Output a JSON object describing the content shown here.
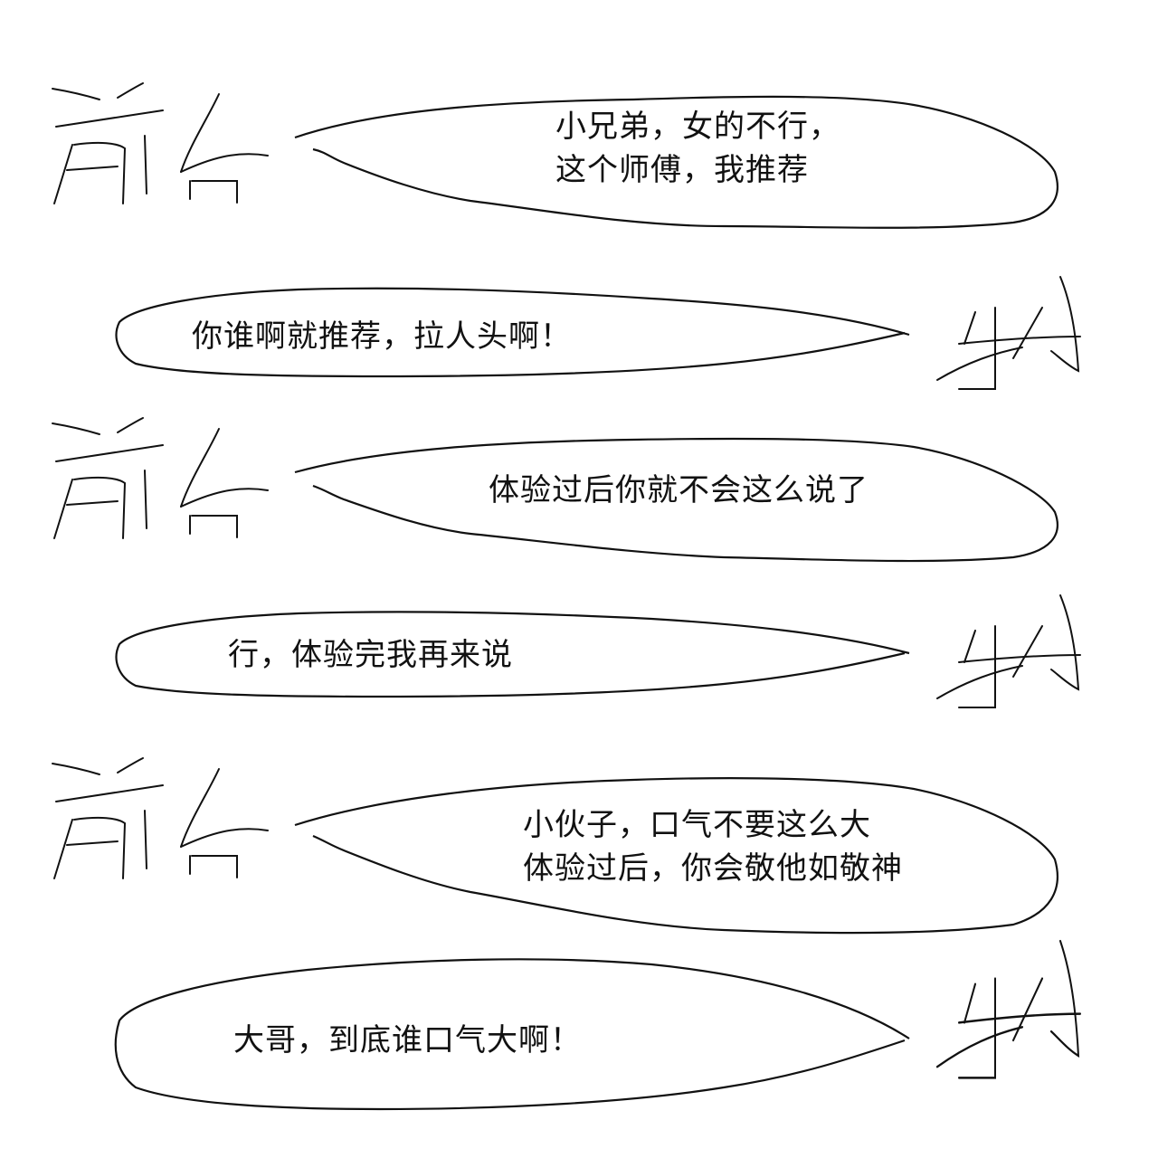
{
  "dialogue": [
    {
      "speaker": "前台",
      "side": "left",
      "lines": [
        "小兄弟，女的不行，",
        "这个师傅，我推荐"
      ]
    },
    {
      "speaker": "我",
      "side": "right",
      "lines": [
        "你谁啊就推荐，拉人头啊！"
      ]
    },
    {
      "speaker": "前台",
      "side": "left",
      "lines": [
        "体验过后你就不会这么说了"
      ]
    },
    {
      "speaker": "我",
      "side": "right",
      "lines": [
        "行，体验完我再来说"
      ]
    },
    {
      "speaker": "前台",
      "side": "left",
      "lines": [
        "小伙子，口气不要这么大",
        "体验过后，你会敬他如敬神"
      ]
    },
    {
      "speaker": "我",
      "side": "right",
      "lines": [
        "大哥，到底谁口气大啊！"
      ]
    }
  ],
  "style": {
    "ink": "#111111",
    "background": "#ffffff"
  }
}
